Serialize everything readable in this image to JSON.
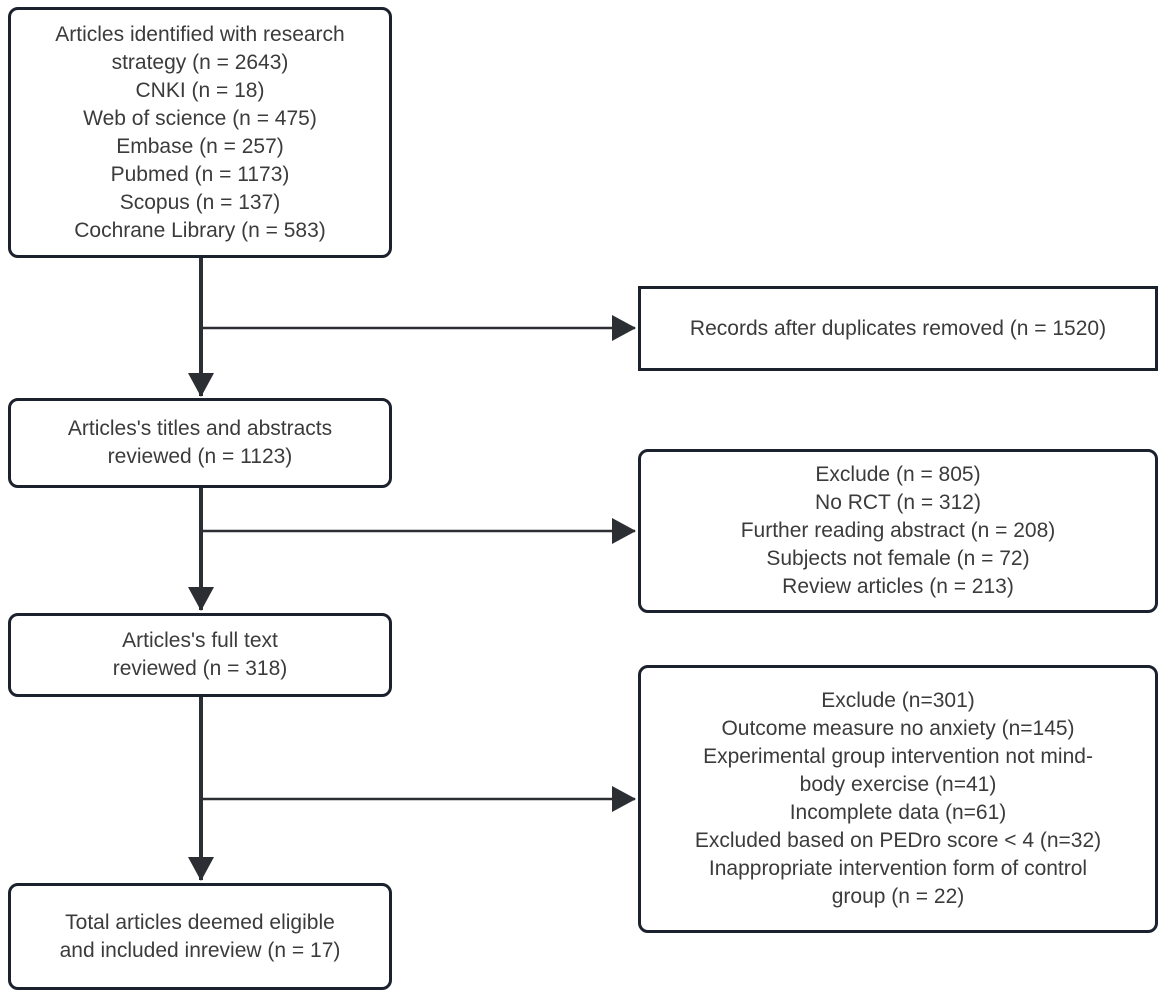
{
  "colors": {
    "border": "#1c222d",
    "text": "#3b3b3b",
    "arrow": "#2b2e33",
    "background": "#ffffff"
  },
  "boxes": {
    "identified": {
      "items": [
        "Articles identified with research\nstrategy (n = 2643)",
        "CNKI (n = 18)",
        "Web of science (n = 475)",
        "Embase (n = 257)",
        "Pubmed (n = 1173)",
        "Scopus (n = 137)",
        "Cochrane Library (n = 583)"
      ]
    },
    "duplicates_removed": {
      "items": [
        "Records after duplicates removed (n = 1520)"
      ]
    },
    "titles_abstracts_reviewed": {
      "items": [
        "Articles's titles and abstracts\nreviewed (n = 1123)"
      ]
    },
    "excluded_after_abstracts": {
      "items": [
        "Exclude (n = 805)",
        "No RCT (n = 312)",
        "Further reading abstract (n = 208)",
        "Subjects not female (n = 72)",
        "Review articles (n = 213)"
      ]
    },
    "full_text_reviewed": {
      "items": [
        "Articles's full text\nreviewed (n = 318)"
      ]
    },
    "excluded_after_full_text": {
      "items": [
        "Exclude (n=301)",
        "Outcome measure no anxiety (n=145)",
        "Experimental group intervention not mind-\nbody exercise (n=41)",
        "Incomplete data (n=61)",
        "Excluded based on PEDro score < 4 (n=32)",
        "Inappropriate intervention form of control\ngroup (n = 22)"
      ]
    },
    "included": {
      "items": [
        "Total articles deemed eligible\nand included inreview (n = 17)"
      ]
    }
  }
}
